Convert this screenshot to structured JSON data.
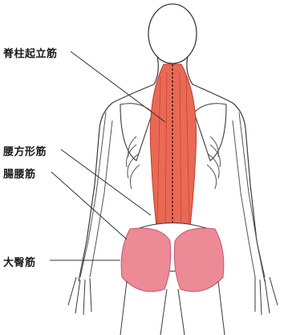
{
  "labels": [
    {
      "id": "erector-spinae",
      "text": "脊柱起立筋"
    },
    {
      "id": "quadratus-lumborum",
      "text": "腰方形筋"
    },
    {
      "id": "iliopsoas",
      "text": "腸腰筋"
    },
    {
      "id": "gluteus-maximus",
      "text": "大臀筋"
    }
  ],
  "colors": {
    "outline": "#3a3a3a",
    "muscle_dark": "#d9402f",
    "muscle_mid": "#e86a55",
    "gluteus_fill": "#ec8a96",
    "gluteus_stroke": "#c9566a",
    "leader_line": "#333333"
  }
}
